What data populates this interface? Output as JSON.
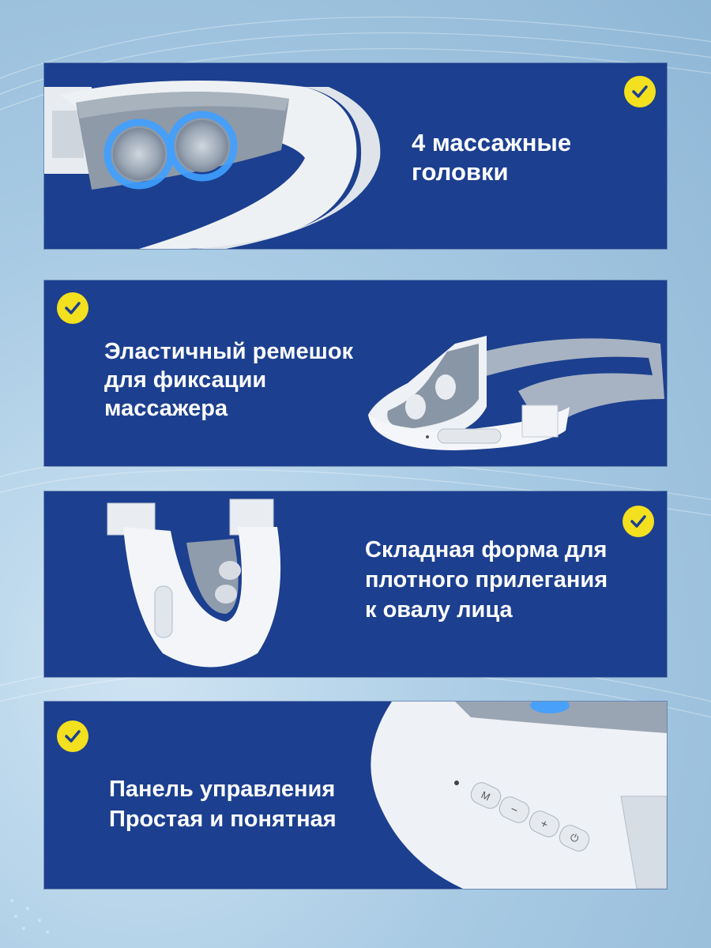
{
  "panels": [
    {
      "title": "4 массажные\nголовки",
      "icon": "checkmark-icon"
    },
    {
      "title": "Эластичный ремешок\nдля фиксации\nмассажера",
      "icon": "checkmark-icon"
    },
    {
      "title": "Складная форма для\nплотного прилегания\nк овалу лица",
      "icon": "checkmark-icon"
    },
    {
      "title": "Панель управления\nПростая и понятная",
      "icon": "checkmark-icon"
    }
  ],
  "control_panel": {
    "buttons": [
      "M",
      "−",
      "+",
      "⏻"
    ]
  },
  "colors": {
    "panel_bg": "#1c3f8f",
    "check_yellow": "#f3e01e",
    "text": "#ffffff",
    "glow": "#3fa0ff"
  }
}
